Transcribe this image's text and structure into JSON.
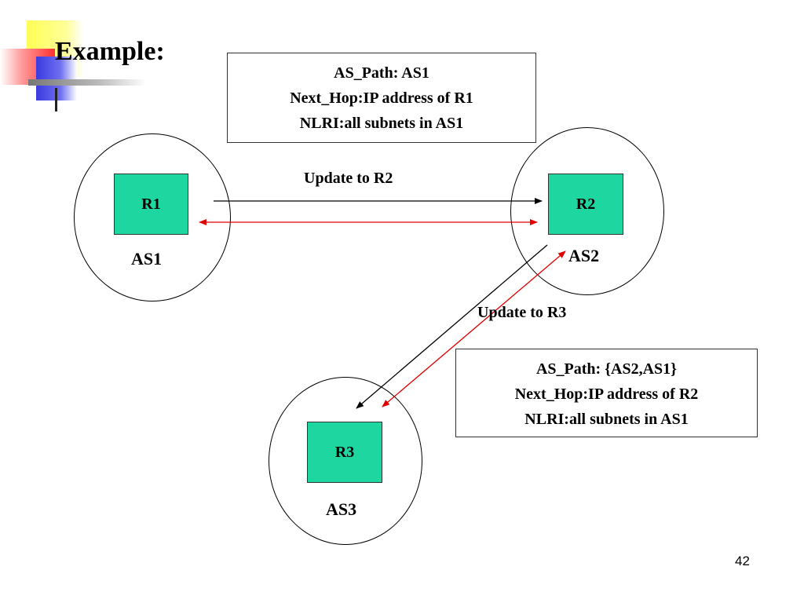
{
  "slide": {
    "title": "Example:",
    "page_number": "42"
  },
  "info_boxes": [
    {
      "lines": [
        "AS_Path: AS1",
        "Next_Hop:IP address of R1",
        "NLRI:all subnets in AS1"
      ]
    },
    {
      "lines": [
        "AS_Path: {AS2,AS1}",
        "Next_Hop:IP address of R2",
        "NLRI:all subnets in AS1"
      ]
    }
  ],
  "nodes": {
    "r1": {
      "label": "R1",
      "as_label": "AS1"
    },
    "r2": {
      "label": "R2",
      "as_label": "AS2"
    },
    "r3": {
      "label": "R3",
      "as_label": "AS3"
    }
  },
  "edges": {
    "update_r2": {
      "label": "Update to R2",
      "from": "R1",
      "to": "R2",
      "color": "#000000"
    },
    "session_r1_r2": {
      "from": "R1",
      "to": "R2",
      "bidirectional": true,
      "color": "#e00000"
    },
    "update_r3": {
      "label": "Update to R3",
      "from": "R2",
      "to": "R3",
      "color": "#000000"
    },
    "session_r2_r3": {
      "from": "R2",
      "to": "R3",
      "bidirectional": true,
      "color": "#e00000"
    }
  },
  "colors": {
    "router_fill": "#1ed6a0",
    "session_line": "#e00000",
    "update_line": "#000000",
    "deco_yellow": "#ffff55",
    "deco_blue": "#3a3ae0",
    "deco_red": "#ff3030"
  }
}
